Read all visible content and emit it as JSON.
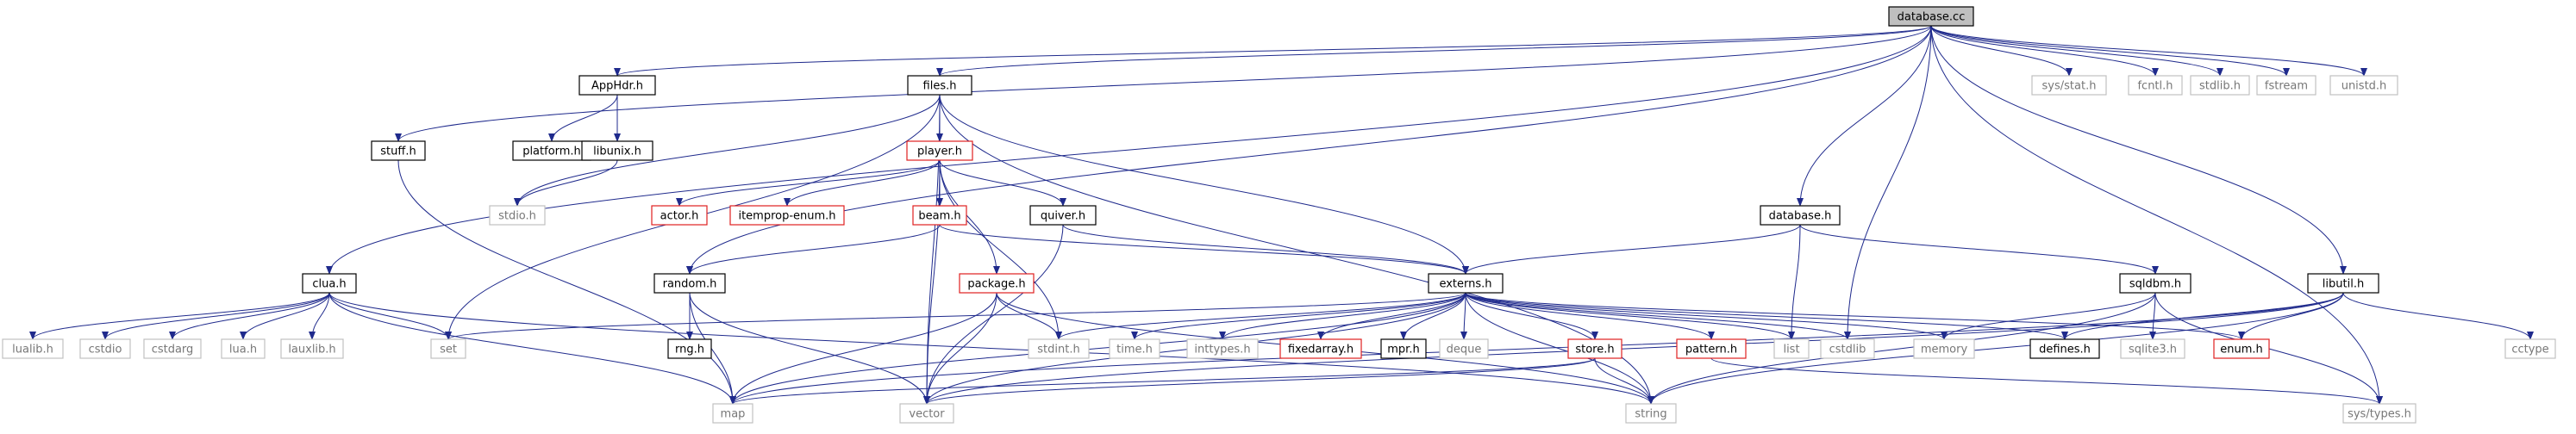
{
  "graph": {
    "root": "database.cc",
    "colors": {
      "edge": "#1f2a8c",
      "node_border": "#000000",
      "undocumented_border": "#e02020",
      "external_border": "#c0c0c0",
      "root_fill": "#bfbfbf",
      "text": "#000000",
      "external_text": "#777777"
    },
    "nodes": [
      {
        "id": "database_cc",
        "label": "database.cc",
        "style": "root"
      },
      {
        "id": "apphdr_h",
        "label": "AppHdr.h",
        "style": "doc"
      },
      {
        "id": "files_h",
        "label": "files.h",
        "style": "doc"
      },
      {
        "id": "stuff_h",
        "label": "stuff.h",
        "style": "doc"
      },
      {
        "id": "platform_h",
        "label": "platform.h",
        "style": "doc"
      },
      {
        "id": "libunix_h",
        "label": "libunix.h",
        "style": "doc"
      },
      {
        "id": "player_h",
        "label": "player.h",
        "style": "undoc"
      },
      {
        "id": "sys_stat_h",
        "label": "sys/stat.h",
        "style": "ext"
      },
      {
        "id": "fcntl_h",
        "label": "fcntl.h",
        "style": "ext"
      },
      {
        "id": "stdlib_h",
        "label": "stdlib.h",
        "style": "ext"
      },
      {
        "id": "fstream",
        "label": "fstream",
        "style": "ext"
      },
      {
        "id": "unistd_h",
        "label": "unistd.h",
        "style": "ext"
      },
      {
        "id": "stdio_h",
        "label": "stdio.h",
        "style": "ext"
      },
      {
        "id": "actor_h",
        "label": "actor.h",
        "style": "undoc"
      },
      {
        "id": "itemprop_enum_h",
        "label": "itemprop-enum.h",
        "style": "undoc"
      },
      {
        "id": "beam_h",
        "label": "beam.h",
        "style": "undoc"
      },
      {
        "id": "quiver_h",
        "label": "quiver.h",
        "style": "doc"
      },
      {
        "id": "database_h",
        "label": "database.h",
        "style": "doc"
      },
      {
        "id": "clua_h",
        "label": "clua.h",
        "style": "doc"
      },
      {
        "id": "random_h",
        "label": "random.h",
        "style": "doc"
      },
      {
        "id": "package_h",
        "label": "package.h",
        "style": "undoc"
      },
      {
        "id": "externs_h",
        "label": "externs.h",
        "style": "doc"
      },
      {
        "id": "sqldbm_h",
        "label": "sqldbm.h",
        "style": "doc"
      },
      {
        "id": "libutil_h",
        "label": "libutil.h",
        "style": "doc"
      },
      {
        "id": "lualib_h",
        "label": "lualib.h",
        "style": "ext"
      },
      {
        "id": "cstdio",
        "label": "cstdio",
        "style": "ext"
      },
      {
        "id": "cstdarg",
        "label": "cstdarg",
        "style": "ext"
      },
      {
        "id": "lua_h",
        "label": "lua.h",
        "style": "ext"
      },
      {
        "id": "lauxlib_h",
        "label": "lauxlib.h",
        "style": "ext"
      },
      {
        "id": "set",
        "label": "set",
        "style": "ext"
      },
      {
        "id": "rng_h",
        "label": "rng.h",
        "style": "doc"
      },
      {
        "id": "stdint_h",
        "label": "stdint.h",
        "style": "ext"
      },
      {
        "id": "time_h",
        "label": "time.h",
        "style": "ext"
      },
      {
        "id": "inttypes_h",
        "label": "inttypes.h",
        "style": "ext"
      },
      {
        "id": "fixedarray_h",
        "label": "fixedarray.h",
        "style": "undoc"
      },
      {
        "id": "mpr_h",
        "label": "mpr.h",
        "style": "doc"
      },
      {
        "id": "deque",
        "label": "deque",
        "style": "ext"
      },
      {
        "id": "store_h",
        "label": "store.h",
        "style": "undoc"
      },
      {
        "id": "pattern_h",
        "label": "pattern.h",
        "style": "undoc"
      },
      {
        "id": "list",
        "label": "list",
        "style": "ext"
      },
      {
        "id": "cstdlib",
        "label": "cstdlib",
        "style": "ext"
      },
      {
        "id": "memory",
        "label": "memory",
        "style": "ext"
      },
      {
        "id": "defines_h",
        "label": "defines.h",
        "style": "doc"
      },
      {
        "id": "sqlite3_h",
        "label": "sqlite3.h",
        "style": "ext"
      },
      {
        "id": "enum_h",
        "label": "enum.h",
        "style": "undoc"
      },
      {
        "id": "cctype",
        "label": "cctype",
        "style": "ext"
      },
      {
        "id": "map",
        "label": "map",
        "style": "ext"
      },
      {
        "id": "vector",
        "label": "vector",
        "style": "ext"
      },
      {
        "id": "string",
        "label": "string",
        "style": "ext"
      },
      {
        "id": "sys_types_h",
        "label": "sys/types.h",
        "style": "ext"
      }
    ],
    "edges": [
      [
        "database_cc",
        "apphdr_h"
      ],
      [
        "database_cc",
        "files_h"
      ],
      [
        "database_cc",
        "stuff_h"
      ],
      [
        "database_cc",
        "clua_h"
      ],
      [
        "database_cc",
        "random_h"
      ],
      [
        "database_cc",
        "database_h"
      ],
      [
        "database_cc",
        "cstdlib"
      ],
      [
        "database_cc",
        "libutil_h"
      ],
      [
        "database_cc",
        "sys_stat_h"
      ],
      [
        "database_cc",
        "fcntl_h"
      ],
      [
        "database_cc",
        "stdlib_h"
      ],
      [
        "database_cc",
        "fstream"
      ],
      [
        "database_cc",
        "unistd_h"
      ],
      [
        "database_cc",
        "sys_types_h"
      ],
      [
        "apphdr_h",
        "platform_h"
      ],
      [
        "apphdr_h",
        "libunix_h"
      ],
      [
        "libunix_h",
        "stdio_h"
      ],
      [
        "files_h",
        "player_h"
      ],
      [
        "files_h",
        "stdio_h"
      ],
      [
        "files_h",
        "set"
      ],
      [
        "files_h",
        "vector"
      ],
      [
        "files_h",
        "externs_h"
      ],
      [
        "files_h",
        "string"
      ],
      [
        "stuff_h",
        "map"
      ],
      [
        "player_h",
        "actor_h"
      ],
      [
        "player_h",
        "itemprop_enum_h"
      ],
      [
        "player_h",
        "beam_h"
      ],
      [
        "player_h",
        "quiver_h"
      ],
      [
        "player_h",
        "package_h"
      ],
      [
        "player_h",
        "stdint_h"
      ],
      [
        "player_h",
        "vector"
      ],
      [
        "beam_h",
        "random_h"
      ],
      [
        "beam_h",
        "externs_h"
      ],
      [
        "quiver_h",
        "externs_h"
      ],
      [
        "quiver_h",
        "vector"
      ],
      [
        "database_h",
        "externs_h"
      ],
      [
        "database_h",
        "list"
      ],
      [
        "database_h",
        "sqldbm_h"
      ],
      [
        "clua_h",
        "lualib_h"
      ],
      [
        "clua_h",
        "cstdio"
      ],
      [
        "clua_h",
        "cstdarg"
      ],
      [
        "clua_h",
        "lua_h"
      ],
      [
        "clua_h",
        "lauxlib_h"
      ],
      [
        "clua_h",
        "set"
      ],
      [
        "clua_h",
        "map"
      ],
      [
        "clua_h",
        "string"
      ],
      [
        "random_h",
        "rng_h"
      ],
      [
        "random_h",
        "map"
      ],
      [
        "random_h",
        "vector"
      ],
      [
        "package_h",
        "map"
      ],
      [
        "package_h",
        "vector"
      ],
      [
        "package_h",
        "stdint_h"
      ],
      [
        "package_h",
        "string"
      ],
      [
        "externs_h",
        "set"
      ],
      [
        "externs_h",
        "map"
      ],
      [
        "externs_h",
        "vector"
      ],
      [
        "externs_h",
        "stdint_h"
      ],
      [
        "externs_h",
        "time_h"
      ],
      [
        "externs_h",
        "inttypes_h"
      ],
      [
        "externs_h",
        "fixedarray_h"
      ],
      [
        "externs_h",
        "mpr_h"
      ],
      [
        "externs_h",
        "deque"
      ],
      [
        "externs_h",
        "store_h"
      ],
      [
        "externs_h",
        "pattern_h"
      ],
      [
        "externs_h",
        "list"
      ],
      [
        "externs_h",
        "cstdlib"
      ],
      [
        "externs_h",
        "memory"
      ],
      [
        "externs_h",
        "defines_h"
      ],
      [
        "externs_h",
        "enum_h"
      ],
      [
        "externs_h",
        "string"
      ],
      [
        "store_h",
        "map"
      ],
      [
        "store_h",
        "vector"
      ],
      [
        "store_h",
        "string"
      ],
      [
        "pattern_h",
        "sys_types_h"
      ],
      [
        "sqldbm_h",
        "memory"
      ],
      [
        "sqldbm_h",
        "sqlite3_h"
      ],
      [
        "sqldbm_h",
        "string"
      ],
      [
        "sqldbm_h",
        "sys_types_h"
      ],
      [
        "libutil_h",
        "defines_h"
      ],
      [
        "libutil_h",
        "enum_h"
      ],
      [
        "libutil_h",
        "cctype"
      ],
      [
        "libutil_h",
        "string"
      ],
      [
        "libutil_h",
        "vector"
      ],
      [
        "libutil_h",
        "map"
      ]
    ]
  }
}
